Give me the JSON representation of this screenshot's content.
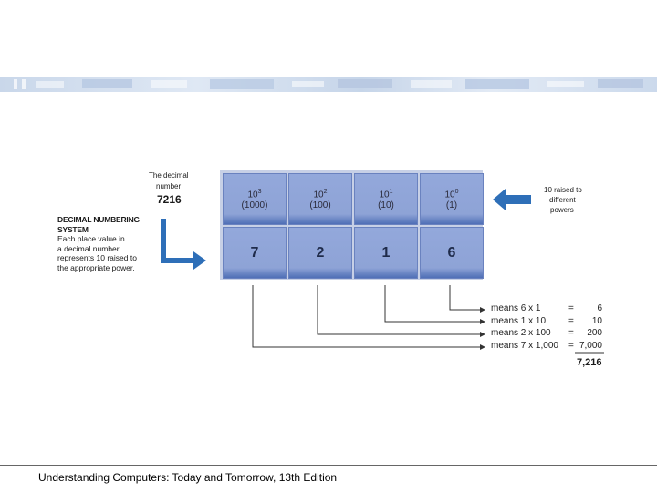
{
  "header_note": {
    "line1": "The decimal",
    "line2": "number",
    "value": "7216"
  },
  "caption": {
    "title1": "DECIMAL NUMBERING",
    "title2": "SYSTEM",
    "body": [
      "Each place value in",
      "a decimal number",
      "represents 10 raised to",
      "the appropriate power."
    ]
  },
  "powers": [
    {
      "base": "10",
      "exp": "3",
      "paren": "(1000)"
    },
    {
      "base": "10",
      "exp": "2",
      "paren": "(100)"
    },
    {
      "base": "10",
      "exp": "1",
      "paren": "(10)"
    },
    {
      "base": "10",
      "exp": "0",
      "paren": "(1)"
    }
  ],
  "digits": [
    "7",
    "2",
    "1",
    "6"
  ],
  "side_note": [
    "10 raised to",
    "different",
    "powers"
  ],
  "rows": [
    {
      "means": "means 6 x 1",
      "eq": "=",
      "value": "6"
    },
    {
      "means": "means 1 x 10",
      "eq": "=",
      "value": "10"
    },
    {
      "means": "means 2 x 100",
      "eq": "=",
      "value": "200"
    },
    {
      "means": "means 7 x 1,000",
      "eq": "=",
      "value": "7,000"
    }
  ],
  "total": "7,216",
  "footer": "Understanding Computers: Today and Tomorrow, 13th Edition",
  "colors": {
    "accent": "#2e6fb8",
    "cell": "#8ea3d6",
    "band": "#d3dff0"
  }
}
